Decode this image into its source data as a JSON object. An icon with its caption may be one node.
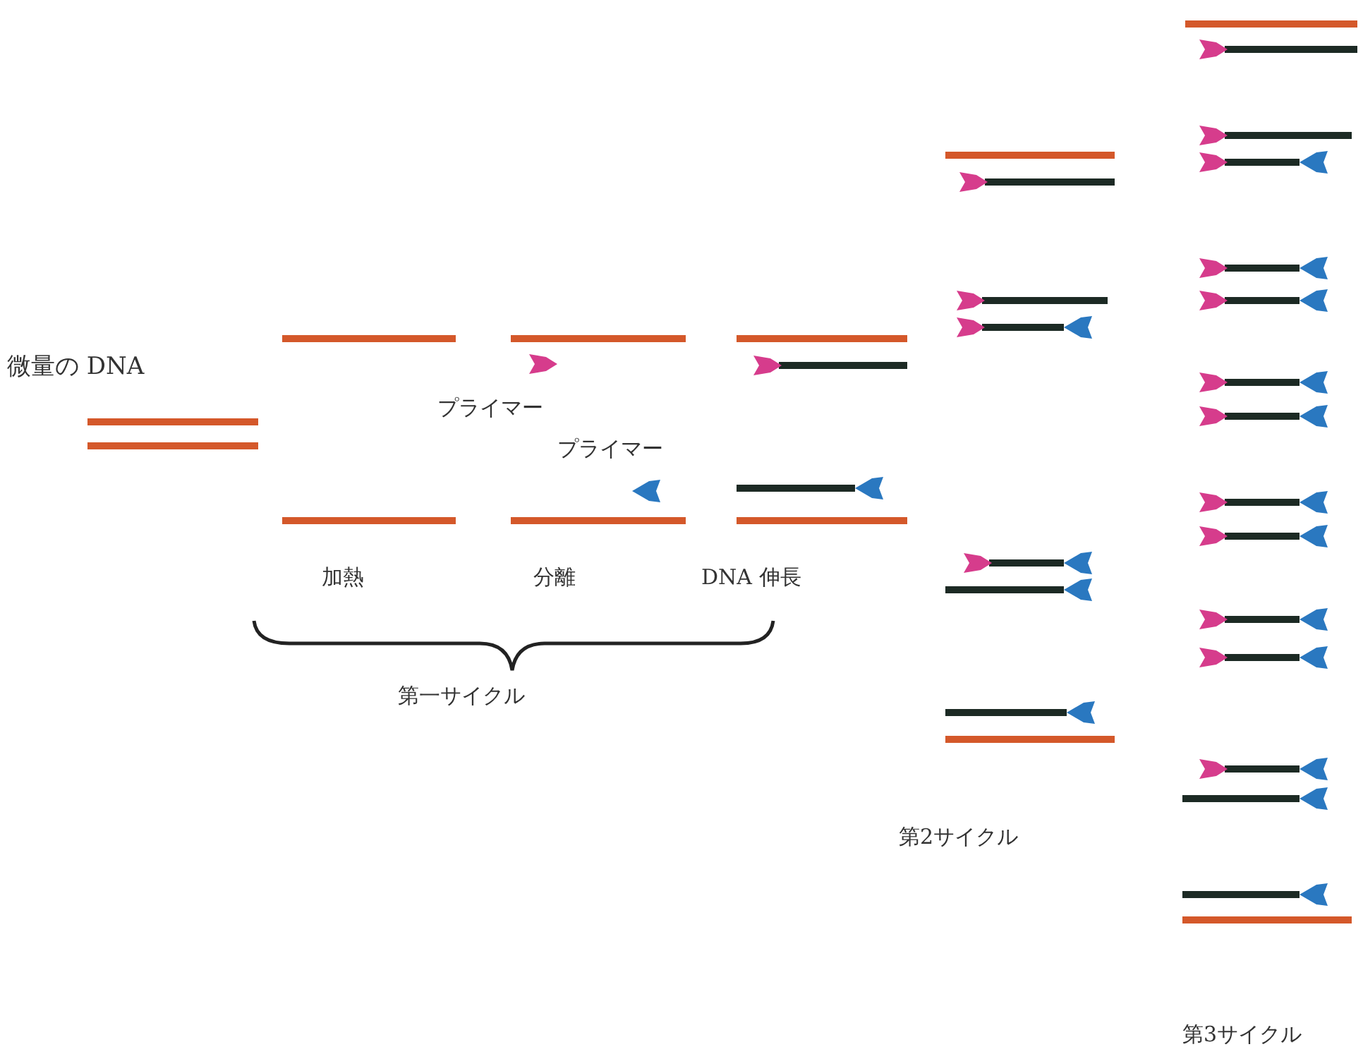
{
  "diagram": {
    "labels": [
      "微量の DNA",
      "プライマー",
      "プライマー",
      "加熱",
      "分離",
      "DNA 伸長",
      "第一サイクル",
      "第2サイクル",
      "第3サイクル"
    ]
  }
}
